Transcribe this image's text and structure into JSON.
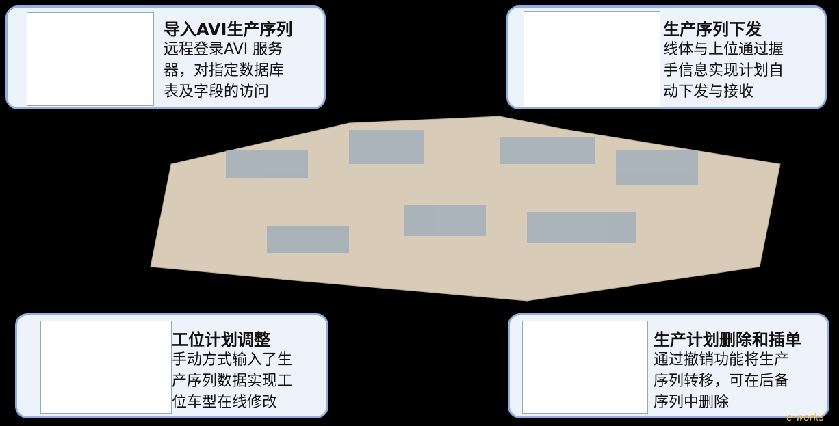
{
  "panels": [
    {
      "title": "导入AVI生产序列",
      "body": "远程登录AVI 服务\n器，对指定数据库\n表及字段的访问"
    },
    {
      "title": "生产序列下发",
      "body": "线体与上位通过握\n手信息实现计划自\n动下发与接收"
    },
    {
      "title": "工位计划调整",
      "body": "手动方式输入了生\n产序列数据实现工\n位车型在线修改"
    },
    {
      "title": "生产计划删除和插单",
      "body": "通过撤销功能将生产\n序列转移，可在后备\n序列中删除"
    }
  ],
  "watermark": "e-works"
}
